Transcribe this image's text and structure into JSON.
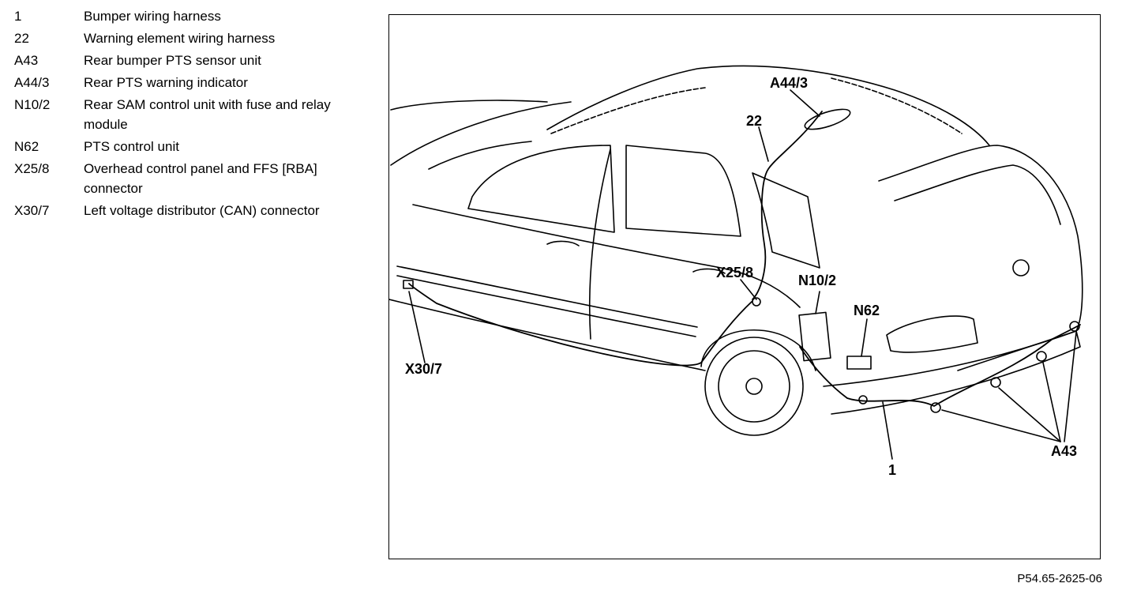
{
  "legend": [
    {
      "code": "1",
      "description": "Bumper wiring harness"
    },
    {
      "code": "22",
      "description": "Warning element wiring harness"
    },
    {
      "code": "A43",
      "description": "Rear bumper PTS sensor unit"
    },
    {
      "code": "A44/3",
      "description": "Rear PTS warning indicator"
    },
    {
      "code": "N10/2",
      "description": "Rear SAM control unit with fuse and relay module"
    },
    {
      "code": "N62",
      "description": "PTS control unit"
    },
    {
      "code": "X25/8",
      "description": "Overhead control panel and FFS [RBA] connector"
    },
    {
      "code": "X30/7",
      "description": "Left voltage distributor (CAN) connector"
    }
  ],
  "callouts": {
    "a44_3": "A44/3",
    "w22": "22",
    "x25_8": "X25/8",
    "n10_2": "N10/2",
    "n62": "N62",
    "x30_7": "X30/7",
    "a43": "A43",
    "w1": "1"
  },
  "figure_ref": "P54.65-2625-06"
}
